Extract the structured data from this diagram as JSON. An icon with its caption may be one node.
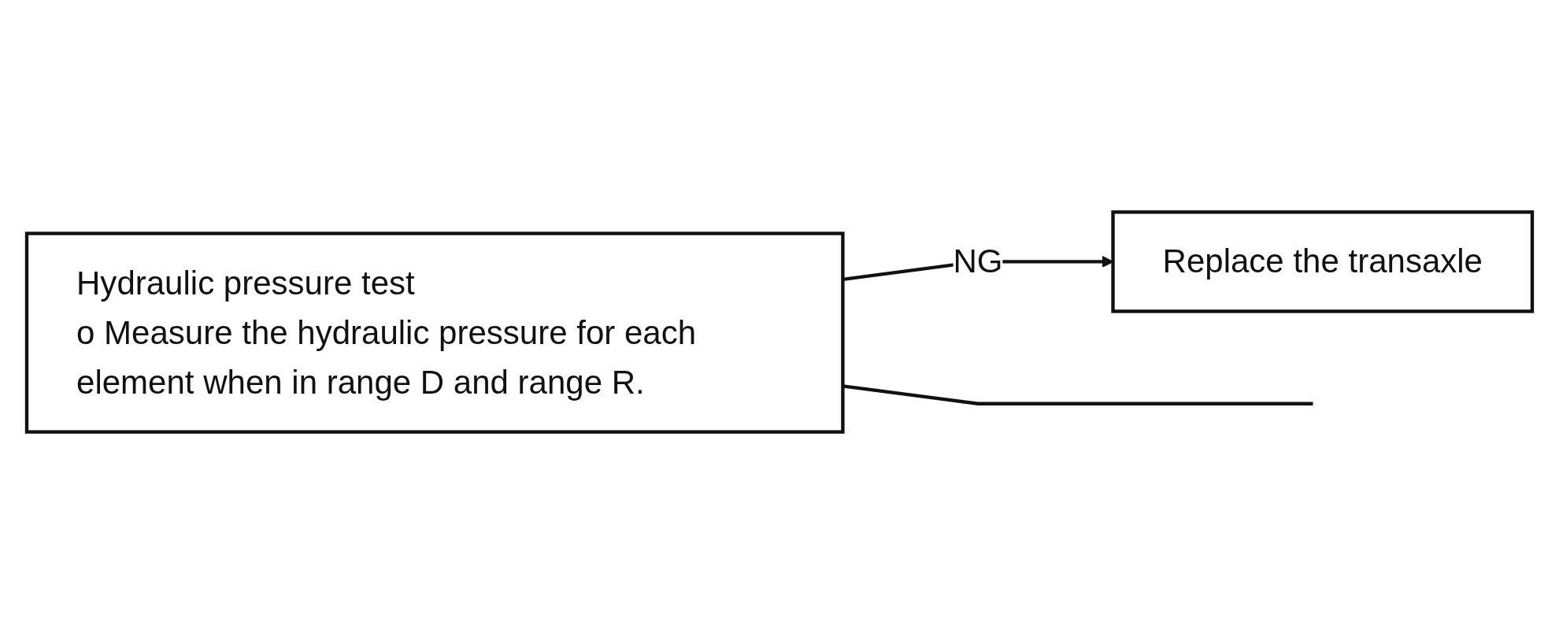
{
  "diagram": {
    "nodes": [
      {
        "text": [
          "Hydraulic pressure test",
          "o Measure the hydraulic pressure for each element when in range D and range R."
        ]
      },
      {
        "text": [
          "Replace the transaxle"
        ]
      }
    ],
    "edges": [
      {
        "from": 0,
        "to": 1,
        "label": "NG",
        "arrow": "to"
      },
      {
        "from": 0,
        "to": null,
        "arrow": "none"
      }
    ]
  }
}
